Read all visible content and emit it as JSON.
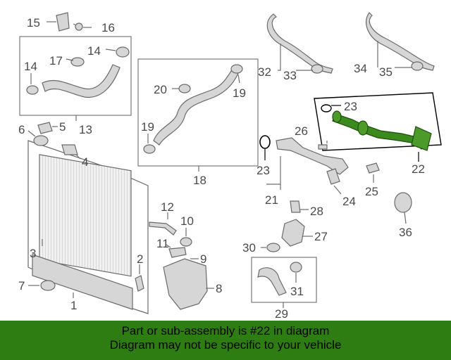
{
  "diagram": {
    "callouts": {
      "c1": "1",
      "c2": "2",
      "c3": "3",
      "c4": "4",
      "c5": "5",
      "c6": "6",
      "c7": "7",
      "c8": "8",
      "c9": "9",
      "c10": "10",
      "c11": "11",
      "c12": "12",
      "c13": "13",
      "c14a": "14",
      "c14b": "14",
      "c15": "15",
      "c16": "16",
      "c17": "17",
      "c18": "18",
      "c19a": "19",
      "c19b": "19",
      "c20": "20",
      "c21": "21",
      "c22": "22",
      "c23a": "23",
      "c23b": "23",
      "c24": "24",
      "c25": "25",
      "c26": "26",
      "c27": "27",
      "c28": "28",
      "c29": "29",
      "c30": "30",
      "c31": "31",
      "c32": "32",
      "c33": "33",
      "c34": "34",
      "c35": "35",
      "c36": "36"
    },
    "highlight_color": "#2e7d12"
  },
  "banner": {
    "line1": "Part or sub-assembly is #22 in diagram",
    "line2": "Diagram may not be specific to your vehicle",
    "background": "#2e7d12"
  }
}
